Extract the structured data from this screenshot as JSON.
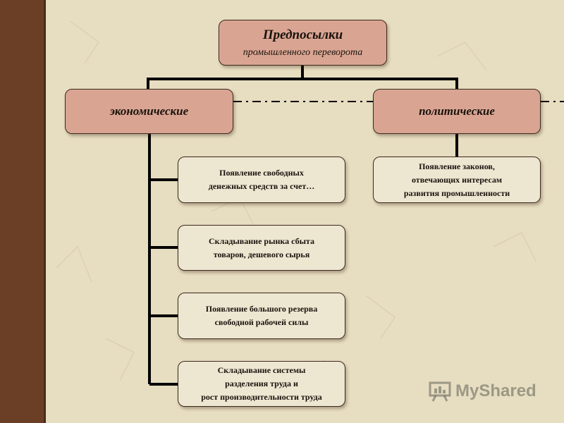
{
  "diagram": {
    "root": {
      "title": "Предпосылки",
      "subtitle": "промышленного переворота"
    },
    "categories": [
      {
        "label": "экономические"
      },
      {
        "label": "политические"
      }
    ],
    "economic_items": [
      {
        "line1": "Появление свободных",
        "line2": "денежных средств за счет…"
      },
      {
        "line1": "Складывание рынка сбыта",
        "line2": "товаров, дешевого сырья"
      },
      {
        "line1": "Появление большого резерва",
        "line2": "свободной рабочей силы"
      },
      {
        "line1": "Складывание системы",
        "line2": "разделения труда и",
        "line3": "рост производительности труда"
      }
    ],
    "political_items": [
      {
        "line1": "Появление законов,",
        "line2": "отвечающих интересам",
        "line3": "развития промышленности"
      }
    ]
  },
  "watermark": {
    "text": "MyShared"
  },
  "colors": {
    "background": "#e7ddc0",
    "stripe": "#6b3e26",
    "category_box": "#d9a592",
    "item_box": "#ede6d1",
    "connector": "#000000"
  }
}
